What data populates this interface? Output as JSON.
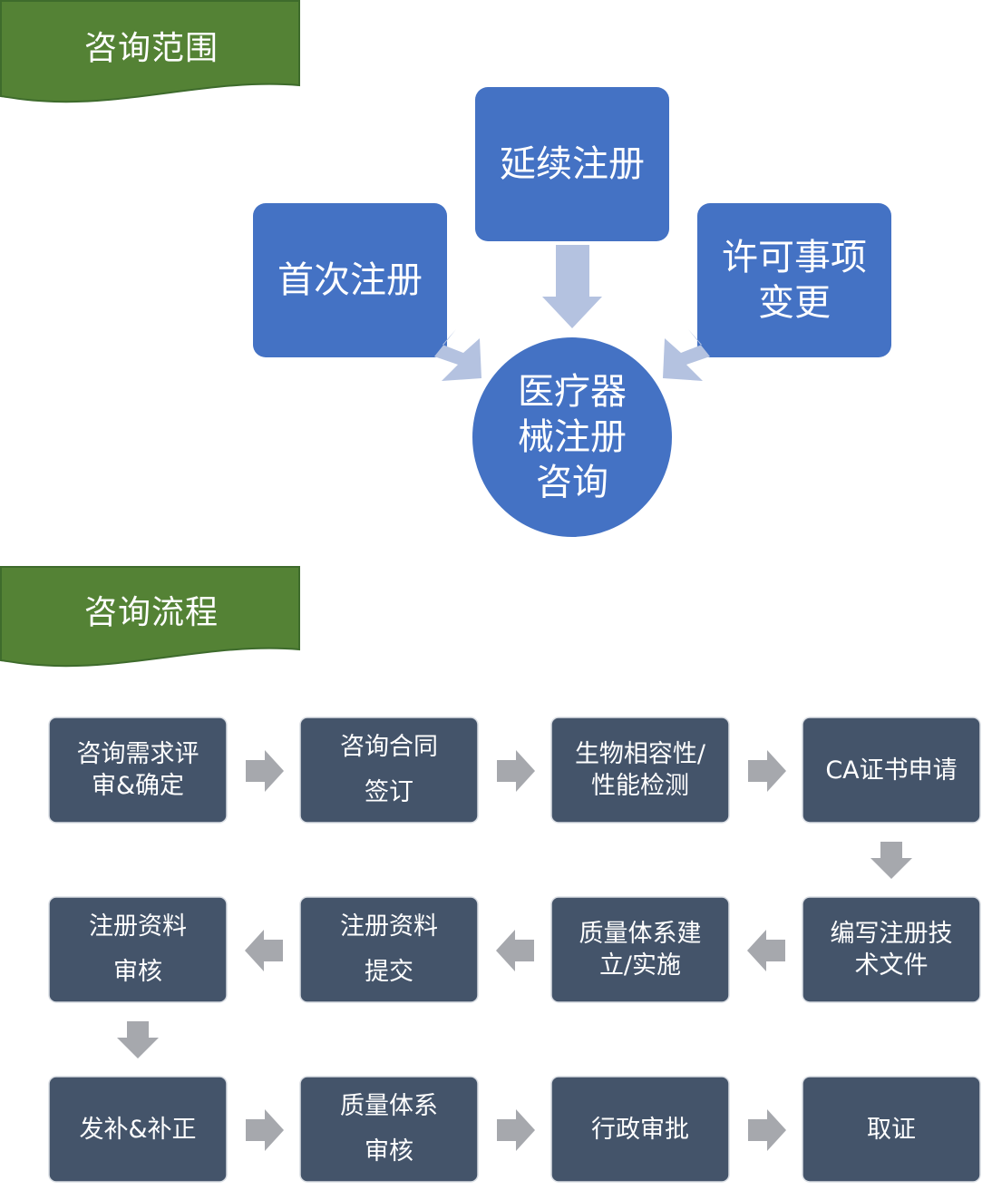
{
  "sections": {
    "scope_title": "咨询范围",
    "process_title": "咨询流程"
  },
  "scope": {
    "center": "医疗器\n械注册\n咨询",
    "first_registration": "首次注册",
    "renewal_registration": "延续注册",
    "license_change": "许可事项\n变更"
  },
  "process": {
    "steps": [
      "咨询需求评\n审&确定",
      "咨询合同\n签订",
      "生物相容性/\n性能检测",
      "CA证书申请",
      "编写注册技\n术文件",
      "质量体系建\n立/实施",
      "注册资料\n提交",
      "注册资料\n审核",
      "发补&补正",
      "质量体系\n审核",
      "行政审批",
      "取证"
    ]
  },
  "colors": {
    "banner_green": "#548235",
    "banner_border": "#3e6b2c",
    "scope_blue": "#4472c4",
    "arrow_light_blue": "#b4c2e0",
    "step_slate": "#44546a",
    "arrow_gray": "#a6a8ad"
  }
}
